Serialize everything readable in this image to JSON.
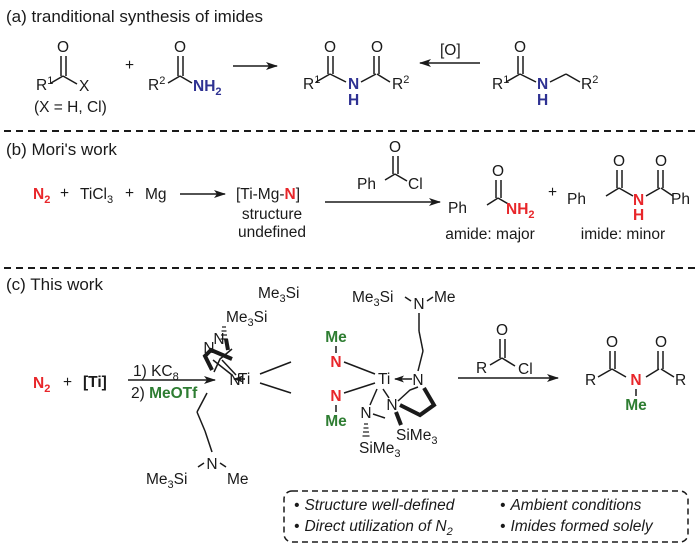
{
  "colors": {
    "blue": "#2e3192",
    "red": "#e8262a",
    "green": "#2e7d32",
    "ink": "#1a1a1a"
  },
  "panel_a": {
    "title": "(a) tranditional synthesis of imides",
    "reactant1": {
      "O": "O",
      "R": "R",
      "R_sup": "1",
      "X": "X",
      "note": "(X = H, Cl)"
    },
    "plus": "+",
    "reactant2": {
      "O": "O",
      "R": "R",
      "R_sup": "2",
      "NH": "NH",
      "NH_sub": "2"
    },
    "product": {
      "O1": "O",
      "O2": "O",
      "R1": "R",
      "R1_sup": "1",
      "N": "N",
      "H": "H",
      "R2": "R",
      "R2_sup": "2"
    },
    "oxidation_label": "[O]",
    "amine_precursor": {
      "O": "O",
      "R1": "R",
      "R1_sup": "1",
      "N": "N",
      "H": "H",
      "R2": "R",
      "R2_sup": "2"
    }
  },
  "panel_b": {
    "title": "(b) Mori's work",
    "n2": "N",
    "n2_sub": "2",
    "plus": "+",
    "ticl": "TiCl",
    "ticl_sub": "3",
    "mg": "Mg",
    "intermediate_prefix": "[Ti-Mg-",
    "intermediate_n": "N",
    "intermediate_suffix": "]",
    "intermediate_note_1": "structure",
    "intermediate_note_2": "undefined",
    "reagent": {
      "O": "O",
      "Ph": "Ph",
      "Cl": "Cl"
    },
    "amide": {
      "O": "O",
      "Ph": "Ph",
      "NH": "NH",
      "NH_sub": "2",
      "label": "amide: major"
    },
    "imide": {
      "O1": "O",
      "O2": "O",
      "Ph1": "Ph",
      "N": "N",
      "H": "H",
      "Ph2": "Ph",
      "label": "imide: minor"
    }
  },
  "panel_c": {
    "title": "(c) This work",
    "n2": "N",
    "n2_sub": "2",
    "plus": "+",
    "ti_precursor": "[Ti]",
    "step1": "1) KC",
    "step1_sub": "8",
    "step2_prefix": "2) ",
    "step2_reagent": "MeOTf",
    "complex": {
      "ti": "Ti",
      "n": "N",
      "me": "Me",
      "me3si": "Me",
      "me3si_sub": "3",
      "me3si_tail": "Si",
      "sime3": "SiMe",
      "sime3_sub": "3"
    },
    "reagent": {
      "O": "O",
      "R": "R",
      "Cl": "Cl"
    },
    "product": {
      "O1": "O",
      "O2": "O",
      "R1": "R",
      "N": "N",
      "Me": "Me",
      "R2": "R"
    },
    "features": [
      {
        "text": "Structure well-defined"
      },
      {
        "text": "Ambient conditions"
      },
      {
        "text": "Direct utilization of N",
        "sub": "2"
      },
      {
        "text": "Imides formed solely"
      }
    ],
    "bullet": "•"
  }
}
